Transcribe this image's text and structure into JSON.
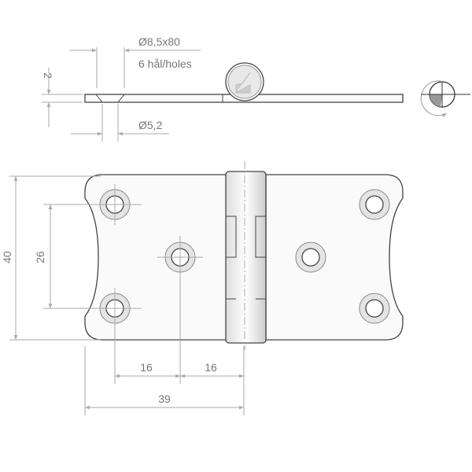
{
  "labels": {
    "countersink_diameter": "Ø8,5x80",
    "holes_count": "6 hål/holes",
    "thickness": "2",
    "hole_diameter": "Ø5,2",
    "height": "40",
    "hole_spacing_vertical": "26",
    "hole_spacing_horizontal_1": "16",
    "hole_spacing_horizontal_2": "16",
    "leaf_width": "39"
  },
  "icons": [
    "rotation-symbol-icon",
    "brand-logo-icon"
  ]
}
